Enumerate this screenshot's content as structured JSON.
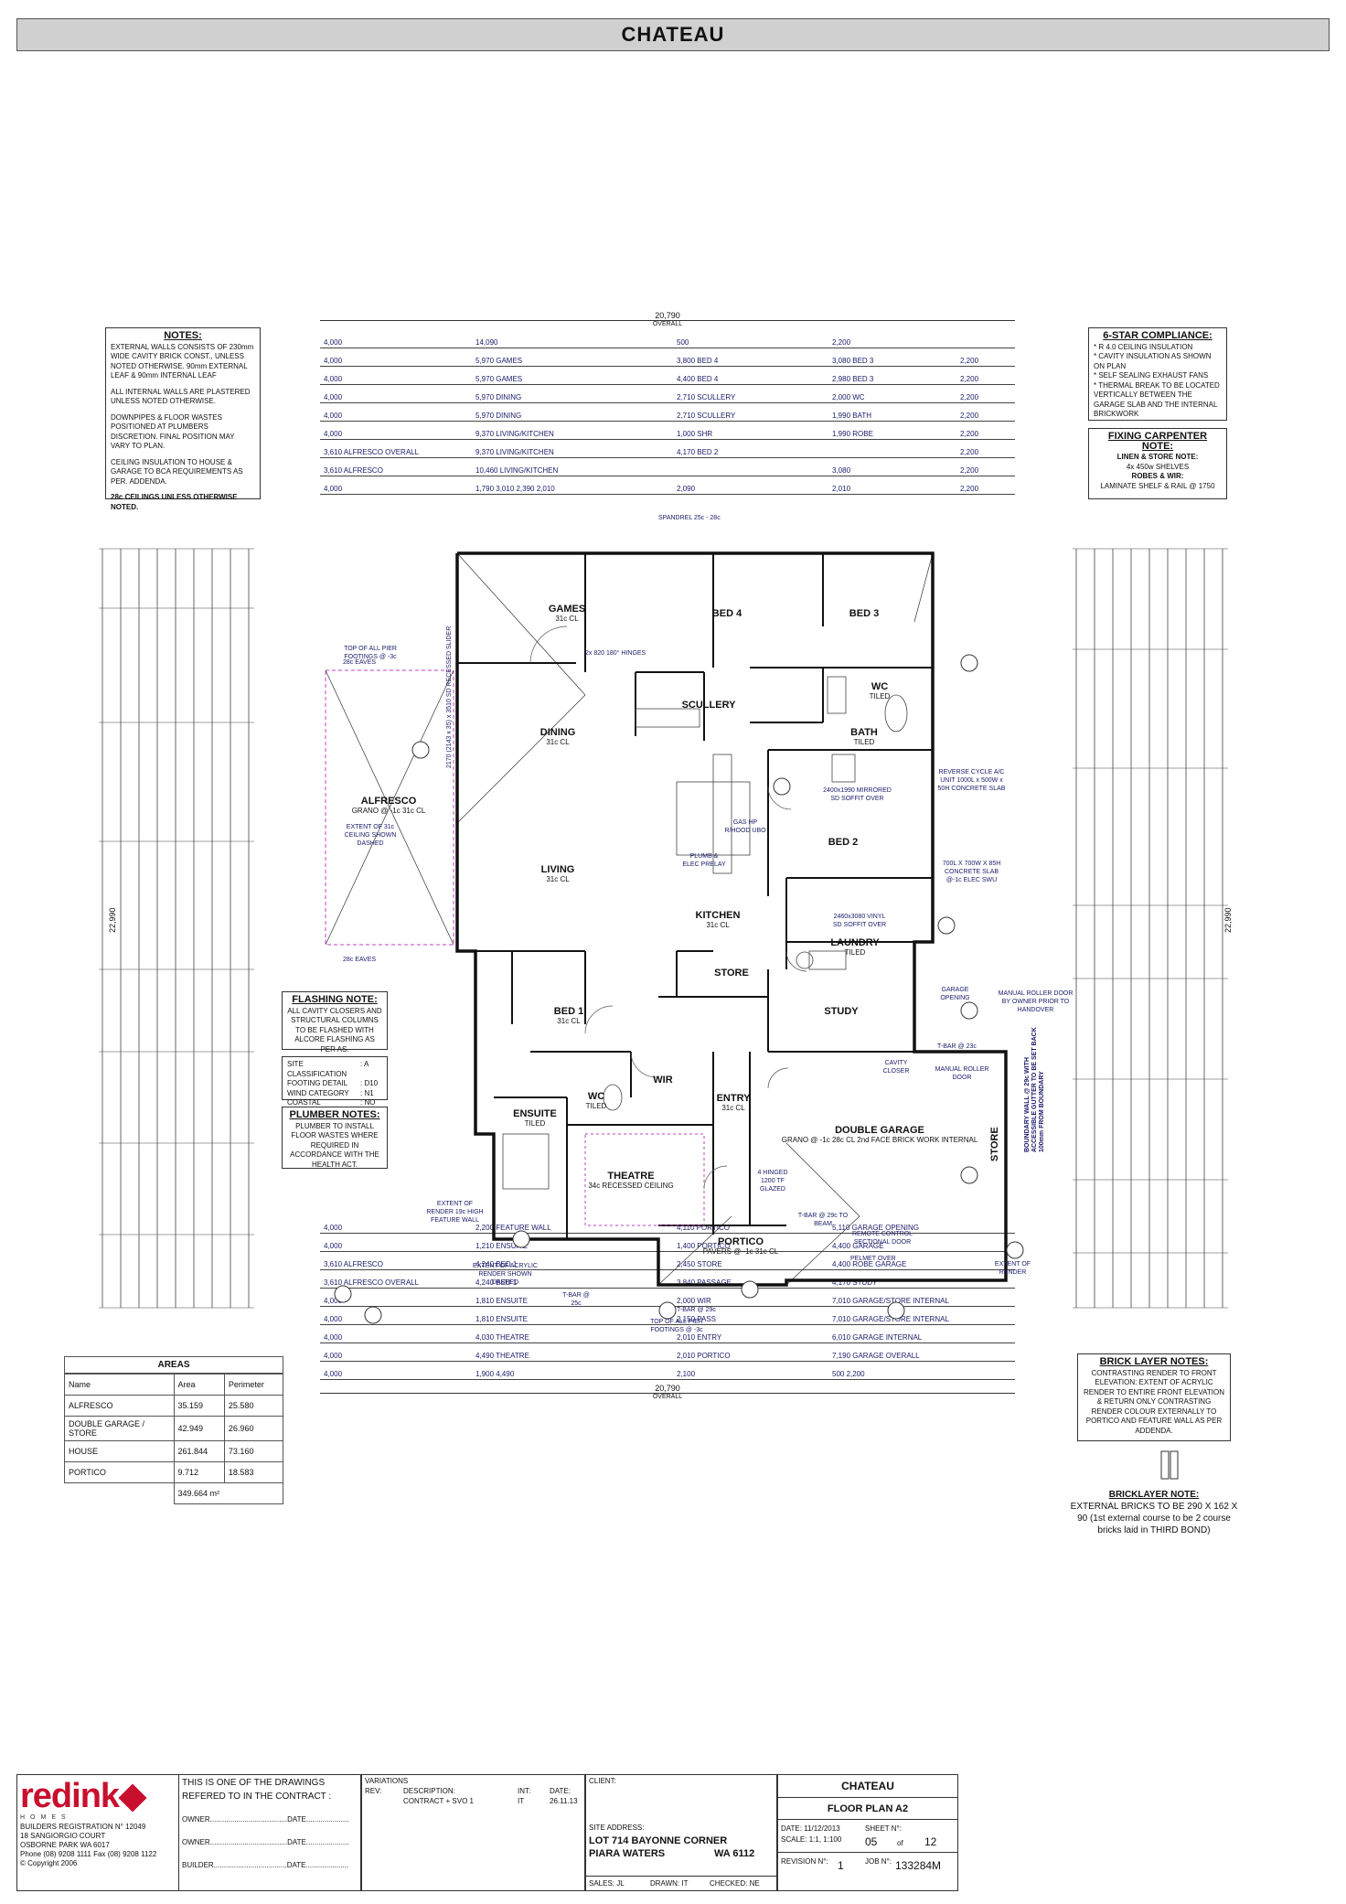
{
  "title": "CHATEAU",
  "notes": {
    "heading": "NOTES:",
    "p1": "EXTERNAL WALLS CONSISTS OF 230mm WIDE CAVITY BRICK CONST., UNLESS NOTED OTHERWISE. 90mm EXTERNAL LEAF & 90mm INTERNAL LEAF",
    "p2": "ALL INTERNAL WALLS ARE PLASTERED UNLESS NOTED OTHERWISE.",
    "p3": "DOWNPIPES & FLOOR WASTES POSITIONED AT PLUMBERS DISCRETION.  FINAL POSITION MAY VARY TO PLAN.",
    "p4": "CEILING INSULATION TO HOUSE & GARAGE TO BCA REQUIREMENTS AS PER. ADDENDA.",
    "p5": "28c CEILINGS UNLESS OTHERWISE NOTED."
  },
  "star": {
    "heading": "6-STAR COMPLIANCE:",
    "lines": [
      "* R 4.0 CEILING INSULATION",
      "* CAVITY INSULATION AS SHOWN ON PLAN",
      "* SELF SEALING EXHAUST FANS",
      "* THERMAL BREAK TO BE LOCATED VERTICALLY BETWEEN THE GARAGE SLAB AND THE INTERNAL BRICKWORK"
    ]
  },
  "fixing": {
    "heading": "FIXING CARPENTER NOTE:",
    "l1": "LINEN & STORE NOTE:",
    "l2": "4x 450w SHELVES",
    "l3": "ROBES & WIR:",
    "l4": "LAMINATE SHELF & RAIL @ 1750"
  },
  "flashing": {
    "heading": "FLASHING NOTE:",
    "text": "ALL CAVITY CLOSERS AND STRUCTURAL COLUMNS TO BE FLASHED WITH ALCORE FLASHING AS PER AS."
  },
  "site": [
    {
      "k": "SITE CLASSIFICATION",
      "v": ": A"
    },
    {
      "k": "FOOTING DETAIL",
      "v": ": D10"
    },
    {
      "k": "WIND CATEGORY",
      "v": ": N1"
    },
    {
      "k": "COASTAL CONDITIONS",
      "v": ": NO"
    }
  ],
  "plumber": {
    "heading": "PLUMBER NOTES:",
    "text": "PLUMBER TO INSTALL FLOOR WASTES WHERE REQUIRED IN ACCORDANCE WITH THE HEALTH ACT."
  },
  "brick": {
    "heading": "BRICK LAYER NOTES:",
    "text": "CONTRASTING RENDER TO FRONT ELEVATION: EXTENT OF ACRYLIC RENDER TO ENTIRE FRONT ELEVATION & RETURN ONLY CONTRASTING RENDER COLOUR EXTERNALLY TO PORTICO AND FEATURE WALL AS PER ADDENDA."
  },
  "bricklayer": {
    "heading": "BRICKLAYER NOTE:",
    "text": "EXTERNAL BRICKS TO BE 290 X 162 X 90 (1st external course to be 2 course bricks laid in THIRD BOND)"
  },
  "areas": {
    "heading": "AREAS",
    "cols": [
      "Name",
      "Area",
      "Perimeter"
    ],
    "rows": [
      [
        "ALFRESCO",
        "35.159",
        "25.580"
      ],
      [
        "DOUBLE GARAGE / STORE",
        "42.949",
        "26.960"
      ],
      [
        "HOUSE",
        "261.844",
        "73.160"
      ],
      [
        "PORTICO",
        "9.712",
        "18.583"
      ]
    ],
    "total": "349.664 m²"
  },
  "overall": {
    "top": "20,790",
    "label": "OVERALL",
    "left": "22,990",
    "right": "22,990"
  },
  "top_dims": [
    {
      "a": "4,000",
      "b": "14,090",
      "c": "500",
      "d": "2,200"
    },
    {
      "a": "4,000",
      "b": "5,970 GAMES",
      "c": "3,800 BED 4",
      "d": "3,080 BED 3",
      "e": "2,200"
    },
    {
      "a": "4,000",
      "b": "5,970 GAMES",
      "c": "4,400 BED 4",
      "d": "2,980 BED 3",
      "e": "2,200"
    },
    {
      "a": "4,000",
      "b": "5,970 DINING",
      "c": "2,710 SCULLERY",
      "d": "2,000 WC",
      "e": "2,200"
    },
    {
      "a": "4,000",
      "b": "5,970 DINING",
      "c": "2,710 SCULLERY",
      "d": "1,990 BATH",
      "e": "2,200"
    },
    {
      "a": "4,000",
      "b": "9,370 LIVING/KITCHEN",
      "c": "1,000 SHR",
      "d": "1,990 ROBE",
      "e": "2,200"
    },
    {
      "a": "3,610 ALFRESCO OVERALL",
      "b": "9,370 LIVING/KITCHEN",
      "c": "4,170 BED 2",
      "e": "2,200"
    },
    {
      "a": "3,610 ALFRESCO",
      "b": "10,460 LIVING/KITCHEN",
      "d": "3,080",
      "e": "2,200"
    },
    {
      "a": "4,000",
      "b": "1,790  3,010  2,390  2,010",
      "c": "2,090",
      "d": "2,010",
      "e": "2,200"
    }
  ],
  "bottom_dims": [
    {
      "a": "4,000",
      "b": "2,200 FEATURE WALL",
      "c": "4,110 PORTICO",
      "d": "5,110 GARAGE OPENING"
    },
    {
      "a": "4,000",
      "b": "1,210 ENSUITE",
      "c": "1,400 PORTICO",
      "d": "4,400 GARAGE"
    },
    {
      "a": "3,610 ALFRESCO",
      "b": "4,240 BED 1",
      "c": "2,450 STORE",
      "d": "4,400 ROBE GARAGE"
    },
    {
      "a": "3,610 ALFRESCO OVERALL",
      "b": "4,240 BED 1",
      "c": "3,840 PASSAGE",
      "d": "4,170 STUDY"
    },
    {
      "a": "4,000",
      "b": "1,810 ENSUITE",
      "c": "2,000 WIR",
      "d": "7,010 GARAGE/STORE INTERNAL"
    },
    {
      "a": "4,000",
      "b": "1,810 ENSUITE",
      "c": "2,150 PASS",
      "d": "7,010 GARAGE/STORE INTERNAL"
    },
    {
      "a": "4,000",
      "b": "4,030 THEATRE",
      "c": "2,010 ENTRY",
      "d": "6,010 GARAGE INTERNAL"
    },
    {
      "a": "4,000",
      "b": "4,490 THEATRE",
      "c": "2,010 PORTICO",
      "d": "7,190 GARAGE OVERALL"
    },
    {
      "a": "4,000",
      "b": "1,900  4,490",
      "c": "2,100",
      "d": "500  2,200"
    }
  ],
  "rooms": {
    "games": {
      "name": "GAMES",
      "ceiling": "31c CL"
    },
    "bed4": {
      "name": "BED 4",
      "ceiling": ""
    },
    "bed3": {
      "name": "BED 3",
      "ceiling": ""
    },
    "scullery": {
      "name": "SCULLERY",
      "ceiling": ""
    },
    "wc_top": {
      "name": "WC",
      "ceiling": "TILED"
    },
    "bath": {
      "name": "BATH",
      "ceiling": "TILED"
    },
    "dining": {
      "name": "DINING",
      "ceiling": "31c CL"
    },
    "alfresco": {
      "name": "ALFRESCO",
      "ceiling": "GRANO @ -1c  31c CL"
    },
    "bed2": {
      "name": "BED 2",
      "ceiling": ""
    },
    "living": {
      "name": "LIVING",
      "ceiling": "31c CL"
    },
    "kitchen": {
      "name": "KITCHEN",
      "ceiling": "31c CL"
    },
    "laundry": {
      "name": "LAUNDRY",
      "ceiling": "TILED"
    },
    "store": {
      "name": "STORE",
      "ceiling": ""
    },
    "bed1": {
      "name": "BED 1",
      "ceiling": "31c CL"
    },
    "study": {
      "name": "STUDY",
      "ceiling": ""
    },
    "wir": {
      "name": "WIR",
      "ceiling": ""
    },
    "wc_bot": {
      "name": "WC",
      "ceiling": "TILED"
    },
    "ensuite": {
      "name": "ENSUITE",
      "ceiling": "TILED"
    },
    "entry": {
      "name": "ENTRY",
      "ceiling": "31c CL"
    },
    "theatre": {
      "name": "THEATRE",
      "ceiling": "34c RECESSED CEILING"
    },
    "garage": {
      "name": "DOUBLE GARAGE",
      "ceiling": "GRANO @ -1c  28c CL  2nd FACE BRICK WORK INTERNAL"
    },
    "portico": {
      "name": "PORTICO",
      "ceiling": "PAVERS @ -1c  31c CL"
    },
    "store_g": {
      "name": "STORE",
      "ceiling": ""
    }
  },
  "plan_notes": {
    "spandrel": "SPANDREL 25c - 28c",
    "top_footings": "TOP OF ALL PIER FOOTINGS @ -3c",
    "eaves_top": "28c EAVES",
    "eaves_bot": "28c EAVES",
    "eaves_side": "28c EAVES",
    "extent": "EXTENT OF 31c CEILING SHOWN DASHED",
    "slider": "2170 (2143 x 35) x 3510 SD RECESSED SLIDER",
    "hinges": "2x 820 180° HINGES",
    "reverse": "REVERSE CYCLE A/C UNIT 1000L x 500W x 50H CONCRETE SLAB",
    "mirrored": "2400x1990 MIRRORED SD SOFFIT OVER",
    "concrete": "700L X 700W X 85H CONCRETE SLAB @-1c ELEC SWU",
    "gas": "GAS HP R/HOOD UBO",
    "plumb": "PLUMB & ELEC PRELAY",
    "vinyl": "2460x3080 VINYL SD SOFFIT OVER",
    "manual": "MANUAL ROLLER DOOR BY OWNER PRIOR TO HANDOVER",
    "garage_opening": "GARAGE OPENING",
    "cavity_closer": "CAVITY CLOSER",
    "manual_roller": "MANUAL ROLLER DOOR",
    "boundary": "BOUNDARY WALL @ 29c WITH ACCESSIBLE GUTTER TO BE SET BACK 100mm FROM BOUNDARY",
    "tbar_beam": "T-BAR @ 29c TO BEAM",
    "remote": "REMOTE CONTROL SECTIONAL DOOR",
    "pelmet": "PELMET OVER",
    "extent_render": "EXTENT OF RENDER",
    "feature": "EXTENT OF RENDER 19c HIGH FEATURE WALL",
    "acrylic": "EXTENT OF ACRYLIC RENDER SHOWN DASHED",
    "bot_footings": "TOP OF ALL PIER FOOTINGS @ -3c",
    "tbar25": "T-BAR @ 25c",
    "tbar29": "T-BAR @ 29c",
    "tbar23": "T-BAR @ 23c",
    "hinged": "4 HINGED 1200 TF GLAZED"
  },
  "titleblock": {
    "brand": "redink",
    "brand_sub": "HOMES",
    "company": [
      "BUILDERS REGISTRATION N° 12049",
      "18 SANGIORGIO COURT",
      "OSBORNE PARK  WA  6017",
      "Phone (08) 9208 1111 Fax (08) 9208 1122",
      "© Copyright 2006"
    ],
    "contract_line1": "THIS IS ONE OF THE DRAWINGS",
    "contract_line2": "REFERED TO IN THE CONTRACT :",
    "owner1": "OWNER......................................DATE.....................",
    "owner2": "OWNER......................................DATE.....................",
    "builder": "BUILDER....................................DATE.....................",
    "variations": "VARIATIONS",
    "rev": "REV:",
    "desc": "DESCRIPTION:",
    "int": "INT:",
    "date_h": "DATE:",
    "var_desc": "CONTRACT + SVO 1",
    "var_int": "IT",
    "var_date": "26.11.13",
    "client": "CLIENT:",
    "site_address": "SITE ADDRESS:",
    "address1": "LOT 714 BAYONNE CORNER",
    "address2": "PIARA WATERS",
    "address3": "WA  6112",
    "sales": "SALES:",
    "sales_v": "JL",
    "drawn": "DRAWN:",
    "drawn_v": "IT",
    "checked": "CHECKED:",
    "checked_v": "NE",
    "name": "CHATEAU",
    "sheet": "FLOOR PLAN A2",
    "date_l": "DATE:",
    "date_v": "11/12/2013",
    "scale_l": "SCALE:",
    "scale_v": "1:1, 1:100",
    "sheet_l": "SHEET N°:",
    "sheet_v": "05",
    "of": "of",
    "total": "12",
    "revision_l": "REVISION N°:",
    "revision_v": "1",
    "job_l": "JOB N°:",
    "job_v": "133284M"
  }
}
